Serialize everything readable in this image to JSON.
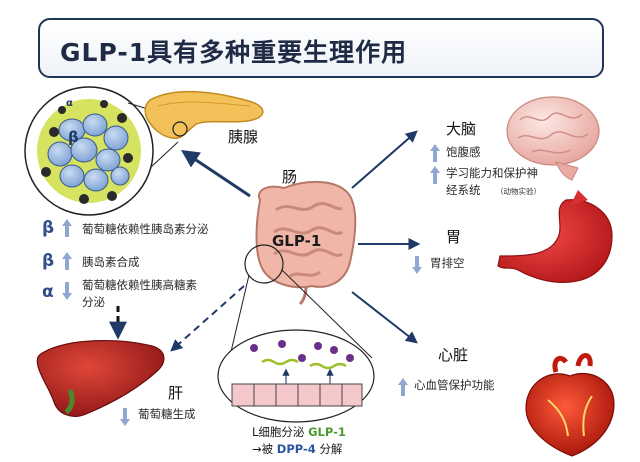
{
  "title": "GLP-1具有多种重要生理作用",
  "center": {
    "organ": "肠",
    "label": "GLP-1"
  },
  "pancreas": {
    "name": "胰腺",
    "inset_beta": "β",
    "inset_alpha": "α",
    "effects": [
      {
        "greek": "β",
        "dir": "up",
        "text": "葡萄糖依赖性胰岛素分泌"
      },
      {
        "greek": "β",
        "dir": "up",
        "text": "胰岛素合成"
      },
      {
        "greek": "α",
        "dir": "down",
        "text": "葡萄糖依赖性胰高糖素",
        "text2": "分泌"
      }
    ]
  },
  "brain": {
    "name": "大脑",
    "effects": [
      {
        "dir": "up",
        "text": "饱腹感"
      },
      {
        "dir": "up",
        "text": "学习能力和保护神",
        "text2": "经系统",
        "note": "（动物实验）"
      }
    ]
  },
  "stomach": {
    "name": "胃",
    "effects": [
      {
        "dir": "down",
        "text": "胃排空"
      }
    ]
  },
  "heart": {
    "name": "心脏",
    "effects": [
      {
        "dir": "up",
        "text": "心血管保护功能"
      }
    ]
  },
  "liver": {
    "name": "肝",
    "effects": [
      {
        "dir": "down",
        "text": "葡萄糖生成"
      }
    ]
  },
  "secretion": {
    "line1_prefix": "L细胞分泌",
    "line1_glp": "GLP-1",
    "line2_prefix": "→被",
    "line2_dpp": "DPP-4",
    "line2_suffix": "分解"
  },
  "colors": {
    "title_border": "#1f3554",
    "arrow": "#1f3a66",
    "effect_arrow": "#8fa8cf",
    "glp_text": "#4a9a2f",
    "dpp_text": "#2a55a0"
  }
}
